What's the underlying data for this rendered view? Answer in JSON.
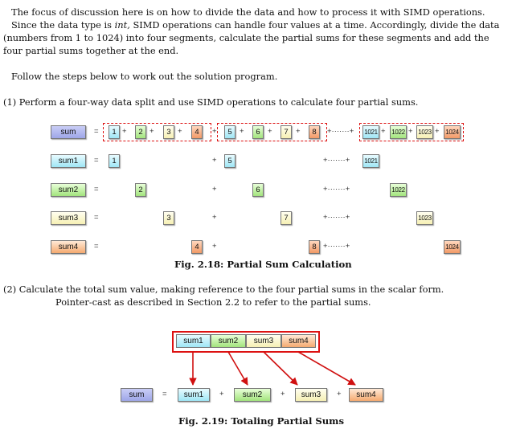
{
  "intro": {
    "line1": "The focus of discussion here is on how to divide the data and how to process it with SIMD operations.",
    "line2_a": "Since the data type is ",
    "line2_em": "int,",
    "line2_b": " SIMD operations can handle four values at a time. Accordingly, divide the data",
    "line3": "(numbers from 1 to 1024) into four segments, calculate the partial sums for these segments and add the",
    "line4": "four partial sums together at the end."
  },
  "follow": "Follow the steps below to work out the solution program.",
  "step1": "(1)  Perform a four-way data split and use SIMD operations to calculate four partial sums.",
  "fig1": {
    "caption": "Fig. 2.18: Partial Sum Calculation",
    "labels": {
      "sum": "sum",
      "sum1": "sum1",
      "sum2": "sum2",
      "sum3": "sum3",
      "sum4": "sum4"
    },
    "equals": "=",
    "plus": "+",
    "dots": "+·······+",
    "numbers": [
      "1",
      "2",
      "3",
      "4",
      "5",
      "6",
      "7",
      "8",
      "1021",
      "1022",
      "1023",
      "1024"
    ]
  },
  "step2_line1": "(2)  Calculate the total sum value, making reference to the four partial sums in the scalar form.",
  "step2_line2": "Pointer-cast as described in Section 2.2 to refer to the partial sums.",
  "fig2": {
    "caption": "Fig. 2.19: Totaling Partial Sums",
    "top": [
      "sum1",
      "sum2",
      "sum3",
      "sum4"
    ],
    "sum": "sum",
    "equals": "=",
    "plus": "+"
  },
  "colors": {
    "arrow": "#d01010",
    "dashed": "#d11111"
  }
}
